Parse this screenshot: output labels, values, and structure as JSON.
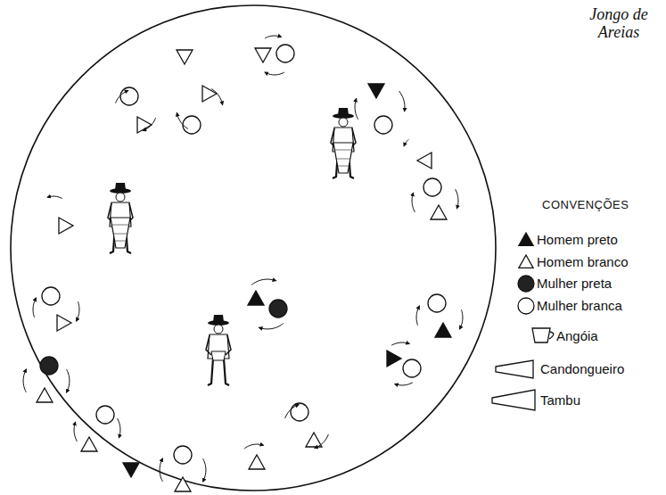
{
  "diagram": {
    "title": "Jongo de Areias",
    "labels": [
      "CONVENÇÕES"
    ],
    "legend": [
      {
        "text": "Homem preto"
      },
      {
        "text": "Homem branco"
      },
      {
        "text": "Mulher preta"
      },
      {
        "text": "Mulher branca"
      },
      {
        "text": "Angóia"
      },
      {
        "text": "Candongueiro"
      },
      {
        "text": "Tambu"
      }
    ]
  }
}
